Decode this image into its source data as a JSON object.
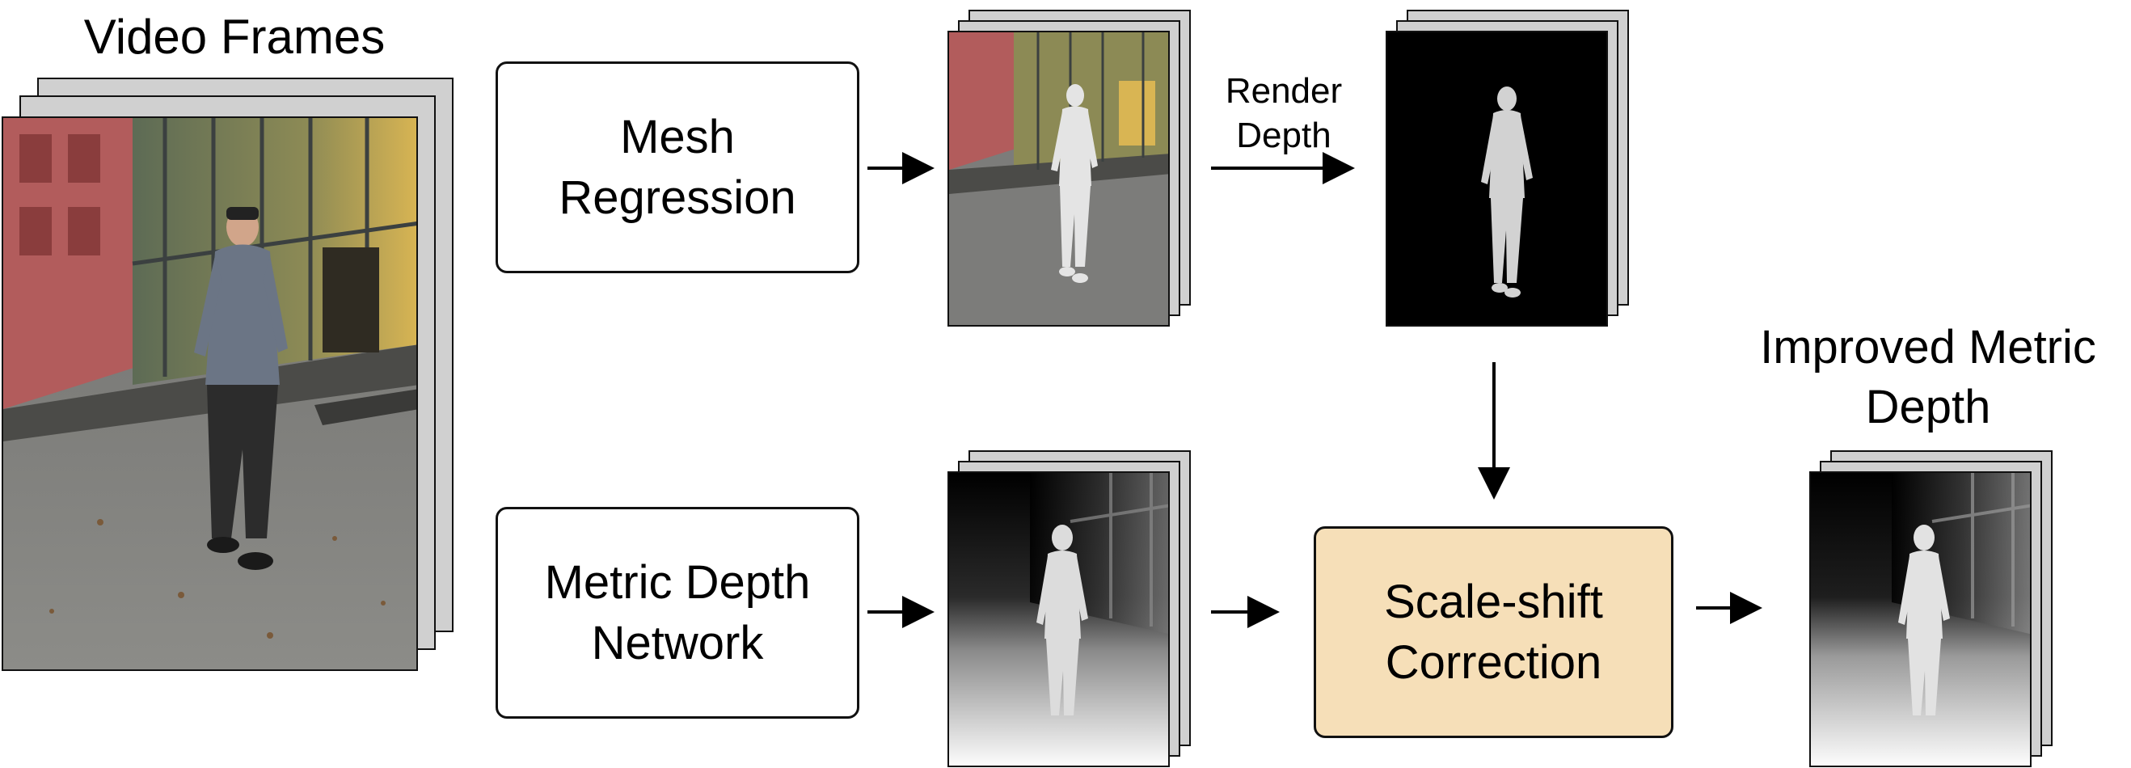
{
  "input": {
    "title": "Video Frames"
  },
  "mesh_regression": {
    "line1": "Mesh",
    "line2": "Regression"
  },
  "metric_depth_network": {
    "line1": "Metric Depth",
    "line2": "Network"
  },
  "render_depth": {
    "line1": "Render",
    "line2": "Depth"
  },
  "scale_shift": {
    "line1": "Scale-shift",
    "line2": "Correction"
  },
  "output": {
    "line1": "Improved Metric",
    "line2": "Depth"
  },
  "colors": {
    "correction_fill": "#f6dfb8",
    "sheet_gray": "#d0d0d0",
    "stroke": "#111111"
  },
  "icons": [
    "video-frame-stack",
    "mesh-overlay-stack",
    "rendered-depth-stack",
    "metric-depth-stack",
    "improved-depth-stack",
    "arrow-icon"
  ]
}
